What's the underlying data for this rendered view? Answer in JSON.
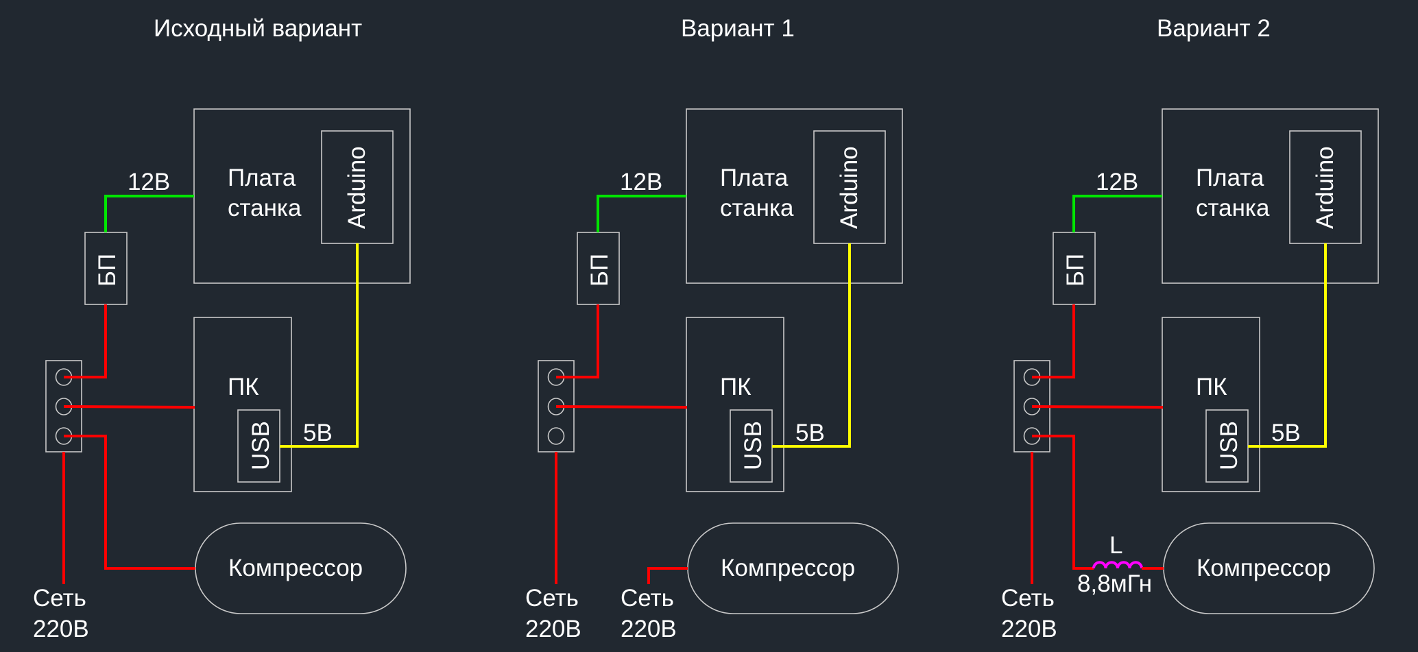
{
  "colors": {
    "background": "#212830",
    "outline": "#c9c9c9",
    "text": "#ffffff",
    "wire_mains": "#ff0000",
    "wire_12v": "#00e600",
    "wire_5v": "#ffff00",
    "inductor": "#ff00ff"
  },
  "diagrams": [
    {
      "title": "Исходный вариант",
      "machine_board": [
        "Плата",
        "станка"
      ],
      "arduino": "Arduino",
      "psu": "БП",
      "pc": "ПК",
      "usb": "USB",
      "wire_12v_label": "12В",
      "wire_5v_label": "5В",
      "compressor": "Компрессор",
      "mains_labels": [
        [
          "Сеть",
          "220В"
        ]
      ],
      "compressor_feed": "power-strip"
    },
    {
      "title": "Вариант 1",
      "machine_board": [
        "Плата",
        "станка"
      ],
      "arduino": "Arduino",
      "psu": "БП",
      "pc": "ПК",
      "usb": "USB",
      "wire_12v_label": "12В",
      "wire_5v_label": "5В",
      "compressor": "Компрессор",
      "mains_labels": [
        [
          "Сеть",
          "220В"
        ],
        [
          "Сеть",
          "220В"
        ]
      ],
      "compressor_feed": "separate-mains"
    },
    {
      "title": "Вариант 2",
      "machine_board": [
        "Плата",
        "станка"
      ],
      "arduino": "Arduino",
      "psu": "БП",
      "pc": "ПК",
      "usb": "USB",
      "wire_12v_label": "12В",
      "wire_5v_label": "5В",
      "compressor": "Компрессор",
      "mains_labels": [
        [
          "Сеть",
          "220В"
        ]
      ],
      "compressor_feed": "power-strip-via-inductor",
      "inductor": {
        "name": "L",
        "value": "8,8мГн"
      }
    }
  ]
}
